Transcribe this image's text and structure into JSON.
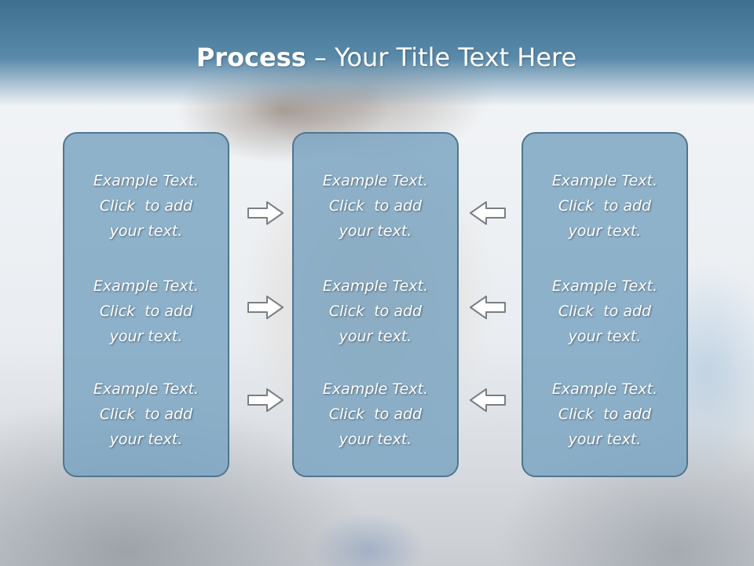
{
  "slide": {
    "title_bold": "Process",
    "title_rest": " – Your Title Text Here"
  },
  "columns": [
    {
      "items": [
        {
          "lines": [
            "Example Text.",
            "Click  to add",
            "your text."
          ]
        },
        {
          "lines": [
            "Example Text.",
            "Click  to add",
            "your text."
          ]
        },
        {
          "lines": [
            "Example Text.",
            "Click  to add",
            "your text."
          ]
        }
      ]
    },
    {
      "items": [
        {
          "lines": [
            "Example Text.",
            "Click  to add",
            "your text."
          ]
        },
        {
          "lines": [
            "Example Text.",
            "Click  to add",
            "your text."
          ]
        },
        {
          "lines": [
            "Example Text.",
            "Click  to add",
            "your text."
          ]
        }
      ]
    },
    {
      "items": [
        {
          "lines": [
            "Example Text.",
            "Click  to add",
            "your text."
          ]
        },
        {
          "lines": [
            "Example Text.",
            "Click  to add",
            "your text."
          ]
        },
        {
          "lines": [
            "Example Text.",
            "Click  to add",
            "your text."
          ]
        }
      ]
    }
  ],
  "arrows": {
    "left_group": "right-arrow-icon",
    "right_group": "left-arrow-icon"
  },
  "colors": {
    "box_fill": "#79a4c1",
    "box_border": "#4f7690",
    "title_bar": "#4a7c9d"
  }
}
